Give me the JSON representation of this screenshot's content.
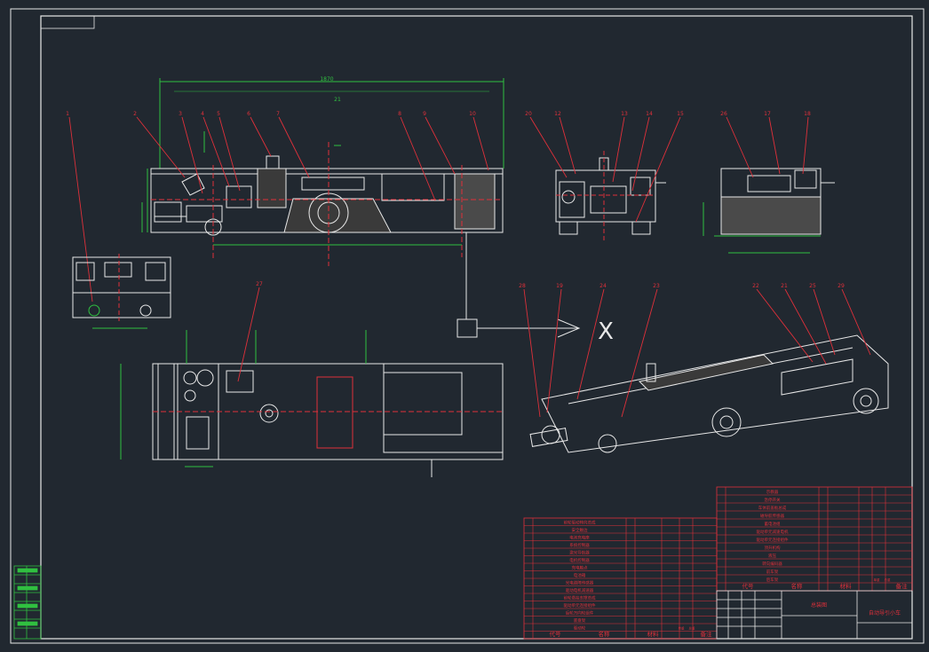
{
  "colors": {
    "background": "#212830",
    "line_white": "#e8e8e8",
    "line_red": "#e0303a",
    "line_green": "#30c040",
    "text_green": "#50e060"
  },
  "top_overall_dimension": "1870",
  "top_sub_label": "21",
  "callouts_side_view": [
    "1",
    "2",
    "3",
    "4",
    "5",
    "6",
    "7",
    "8",
    "9",
    "10"
  ],
  "callouts_front_view": [
    "20",
    "12",
    "13",
    "14",
    "15"
  ],
  "callouts_rear_view": [
    "26",
    "17",
    "18"
  ],
  "callouts_plan_view": [
    "27"
  ],
  "callouts_iso_view": [
    "28",
    "19",
    "24",
    "23",
    "22",
    "21",
    "25",
    "29"
  ],
  "parts_list_left": {
    "footer": [
      "代号",
      "名称",
      "材料",
      "备注"
    ],
    "rows": [
      "前轮驱动转向总成",
      "安全触边",
      "电池充电座",
      "系统控制器",
      "激光导航器",
      "电机控制器",
      "充电触点",
      "电池箱",
      "光电避障传感器",
      "驱动电机减速器",
      "前轮悬挂支撑总成",
      "驱动单元连接组件",
      "后轮万向轮组件",
      "底盘架",
      "驱动轮"
    ],
    "col_labels": [
      "单重",
      "总重"
    ]
  },
  "parts_list_right": {
    "footer": [
      "代号",
      "名称",
      "材料",
      "备注"
    ],
    "rows": [
      "示教器",
      "急停开关",
      "车体前盖板总成",
      "磁导航传感器",
      "蓄电池组",
      "驱动单元减速电机",
      "驱动单元连接组件",
      "顶升机构",
      "液压",
      "转向编码器",
      "前车架",
      "后车架"
    ],
    "col_labels": [
      "单重",
      "总重"
    ]
  },
  "title_block": {
    "company_cell": "总装图",
    "drawing_title": "自动导引小车"
  },
  "arrow_marker": "X"
}
